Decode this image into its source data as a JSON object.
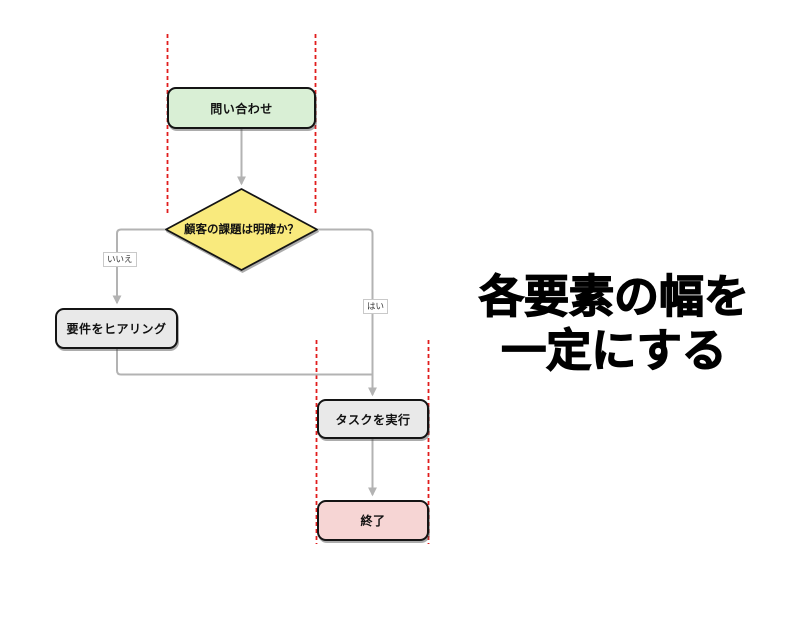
{
  "slide": {
    "title_line1": "各要素の幅を",
    "title_line2": "一定にする"
  },
  "flowchart": {
    "nodes": {
      "start": {
        "label": "問い合わせ",
        "type": "terminator",
        "fill": "#d9efd5"
      },
      "decision": {
        "label": "顧客の課題は明確か？",
        "type": "decision",
        "fill": "#f9ea7d"
      },
      "hearing": {
        "label": "要件をヒアリング",
        "type": "process",
        "fill": "#e9e9e9"
      },
      "task": {
        "label": "タスクを実行",
        "type": "process",
        "fill": "#e9e9e9"
      },
      "end": {
        "label": "終了",
        "type": "terminator",
        "fill": "#f6d5d4"
      }
    },
    "edge_labels": {
      "no": "いいえ",
      "yes": "はい"
    },
    "colors": {
      "node_border": "#141414",
      "connector": "#b3b3b3",
      "guide": "#e11d1d"
    }
  }
}
